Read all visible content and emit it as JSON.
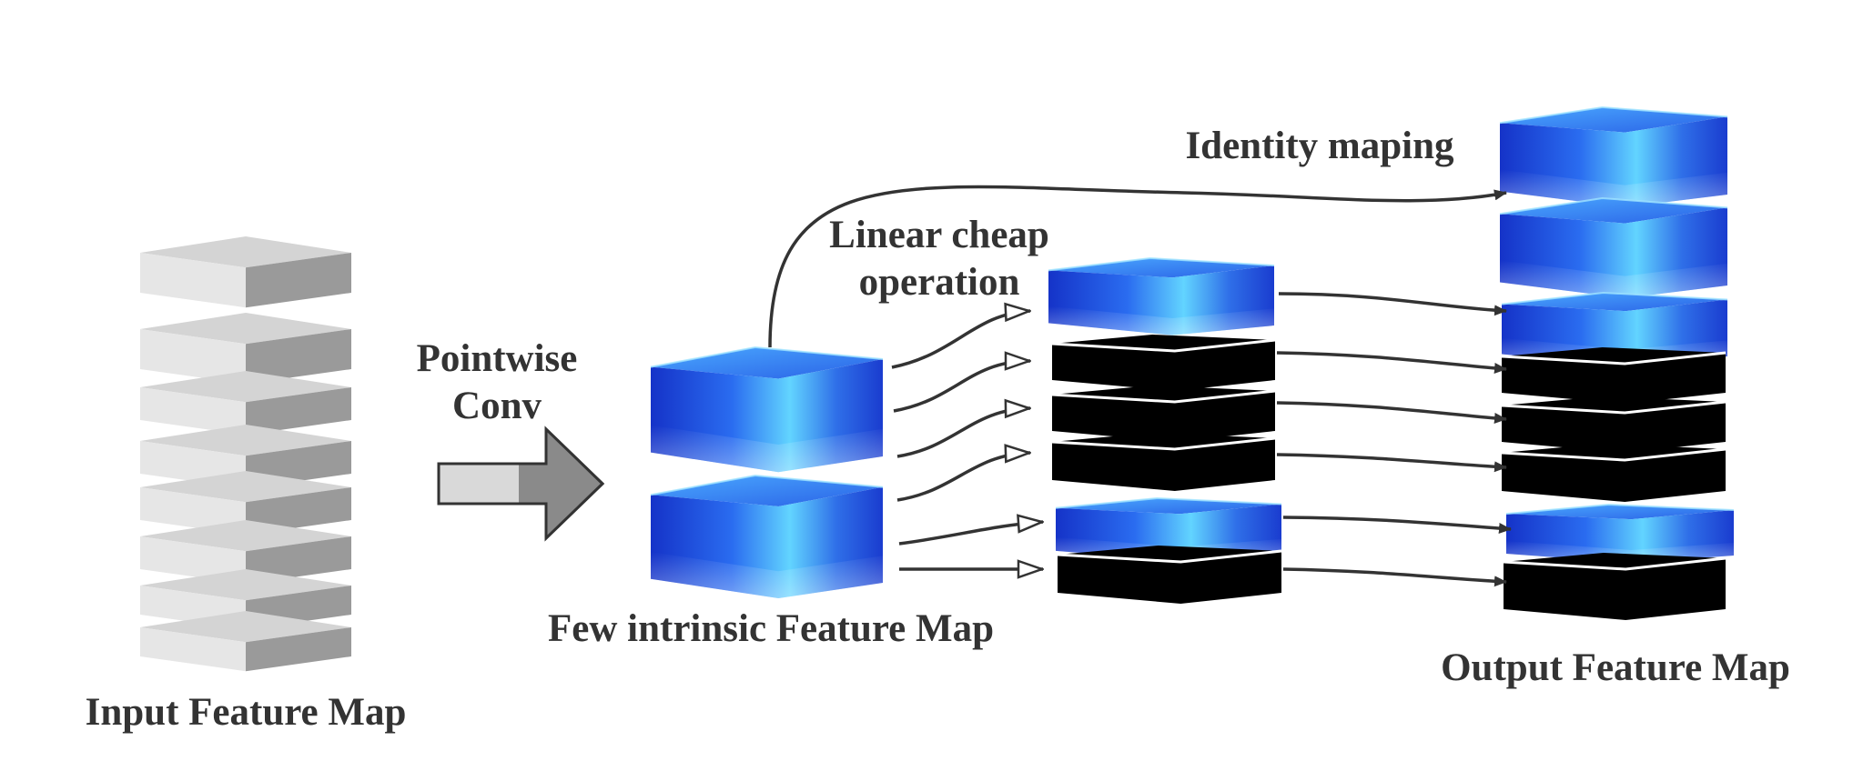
{
  "labels": {
    "input_feature_map": "Input Feature Map",
    "pointwise_line1": "Pointwise",
    "pointwise_line2": "Conv",
    "few_intrinsic": "Few intrinsic Feature Map",
    "linear_cheap_line1": "Linear cheap",
    "linear_cheap_line2": "operation",
    "identity_mapping": "Identity maping",
    "output_feature_map": "Output Feature Map"
  },
  "colors": {
    "gray_light": "#e6e6e6",
    "gray_top": "#d4d4d4",
    "gray_dark": "#9a9a9a",
    "blue_deep": "#1a3fd6",
    "blue_light": "#5fd0ff",
    "black_slab": "#000000",
    "arrow": "#333333"
  },
  "stacks": {
    "input": {
      "slab_count": 8,
      "style": "gray"
    },
    "intrinsic": {
      "slab_count": 2,
      "style": "blue"
    },
    "cheap": {
      "slabs": [
        "blue",
        "black",
        "black",
        "black",
        "blue",
        "black"
      ]
    },
    "output": {
      "slabs": [
        "blue",
        "blue",
        "blue",
        "black",
        "black",
        "black",
        "blue",
        "black"
      ]
    }
  }
}
